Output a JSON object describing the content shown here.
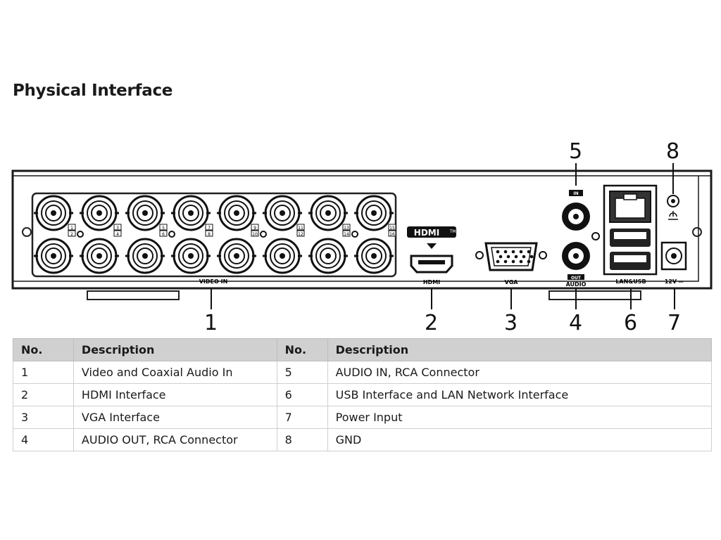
{
  "title": "Physical Interface",
  "panel_labels": {
    "video_in": "VIDEO IN",
    "hdmi_logo": "HDMI",
    "hdmi_tm": "TM",
    "hdmi_small": "HDMI",
    "vga": "VGA",
    "audio_in": "IN",
    "audio_out": "OUT",
    "audio": "AUDIO",
    "lan_usb": "LAN&USB",
    "power": "12V ⎓"
  },
  "channel_numbers": [
    "1",
    "2",
    "3",
    "4",
    "5",
    "6",
    "7",
    "8",
    "9",
    "10",
    "11",
    "12",
    "13",
    "14",
    "15",
    "16"
  ],
  "callouts": [
    "1",
    "2",
    "3",
    "4",
    "5",
    "6",
    "7",
    "8"
  ],
  "table": {
    "headers": [
      "No.",
      "Description",
      "No.",
      "Description"
    ],
    "rows": [
      [
        "1",
        "Video and Coaxial Audio In",
        "5",
        "AUDIO IN, RCA Connector"
      ],
      [
        "2",
        "HDMI Interface",
        "6",
        "USB Interface and LAN Network Interface"
      ],
      [
        "3",
        "VGA Interface",
        "7",
        "Power Input"
      ],
      [
        "4",
        "AUDIO OUT, RCA Connector",
        "8",
        "GND"
      ]
    ]
  }
}
